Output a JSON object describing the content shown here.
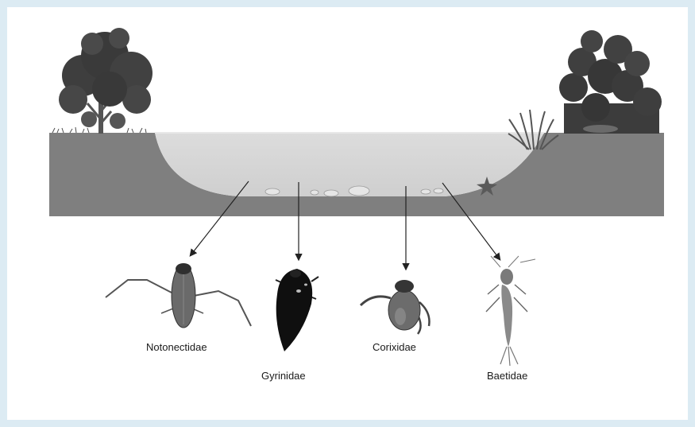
{
  "diagram": {
    "organisms": [
      {
        "id": "notonectidae",
        "name": "Notonectidae"
      },
      {
        "id": "gyrinidae",
        "name": "Gyrinidae"
      },
      {
        "id": "corixidae",
        "name": "Corixidae"
      },
      {
        "id": "baetidae",
        "name": "Baetidae"
      }
    ]
  },
  "colors": {
    "frame": "#dcebf3",
    "ground": "#7f7f7f",
    "water": "#d4d4d4",
    "foliage": "#3e3e3e"
  }
}
